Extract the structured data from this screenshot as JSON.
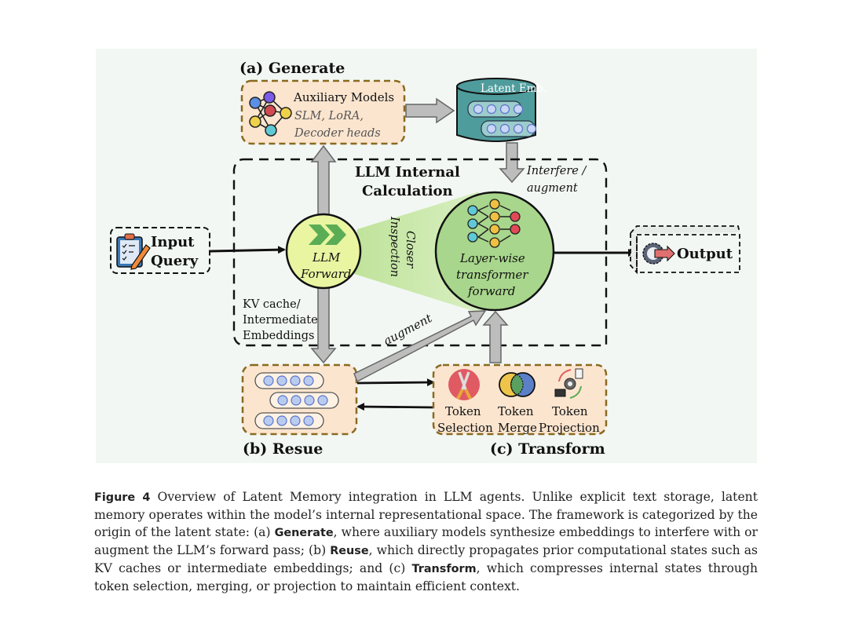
{
  "diagram": {
    "sections": {
      "generate": {
        "title": "(a) Generate",
        "box_title": "Auxiliary Models",
        "box_subtitle_1": "SLM, LoRA,",
        "box_subtitle_2": "Decoder heads"
      },
      "reuse": {
        "title": "(b) Resue"
      },
      "transform": {
        "title": "(c) Transform",
        "items": [
          {
            "line1": "Token",
            "line2": "Selection",
            "icon": "scissors-icon"
          },
          {
            "line1": "Token",
            "line2": "Merge",
            "icon": "venn-merge-icon"
          },
          {
            "line1": "Token",
            "line2": "Projection",
            "icon": "gear-projection-icon"
          }
        ]
      }
    },
    "latent_store": {
      "label": "Latent Emb."
    },
    "internal": {
      "title_1": "LLM Internal",
      "title_2": "Calculation"
    },
    "input": {
      "line1": "Input",
      "line2": "Query"
    },
    "output": {
      "label": "Output"
    },
    "llm_forward": {
      "line1": "LLM",
      "line2": "Forward"
    },
    "layerwise": {
      "line1": "Layer-wise",
      "line2": "transformer",
      "line3": "forward"
    },
    "closer_inspection": {
      "line1": "Closer",
      "line2": "Inspection"
    },
    "interfere": {
      "line1": "Interfere /",
      "line2": "augment"
    },
    "kv_label": {
      "line1": "KV cache/",
      "line2": "Intermediate",
      "line3": "Embeddings"
    },
    "augment_label": "augment",
    "colors": {
      "panel_bg": "#f2f7f4",
      "box_fill": "#fbe5cf",
      "box_border": "#8a6a20",
      "teal": "#4f9c9c",
      "yellow_green": "#e9f5a0",
      "green_circle": "#a8d68c",
      "arrow_gray": "#bdbdbd"
    }
  },
  "caption": {
    "label": "Figure 4",
    "intro": " Overview of Latent Memory integration in LLM agents. Unlike explicit text storage, latent memory operates within the model’s internal representational space. The framework is categorized by the origin of the latent state: (a) ",
    "generate_term": "Generate",
    "generate_text": ", where auxiliary models synthesize embeddings to interfere with or augment the LLM’s forward pass; (b) ",
    "reuse_term": "Reuse",
    "reuse_text": ", which directly propagates prior computational states such as KV caches or intermediate embeddings; and (c) ",
    "transform_term": "Transform",
    "transform_text": ", which compresses internal states through token selection, merging, or projection to maintain efficient context."
  }
}
